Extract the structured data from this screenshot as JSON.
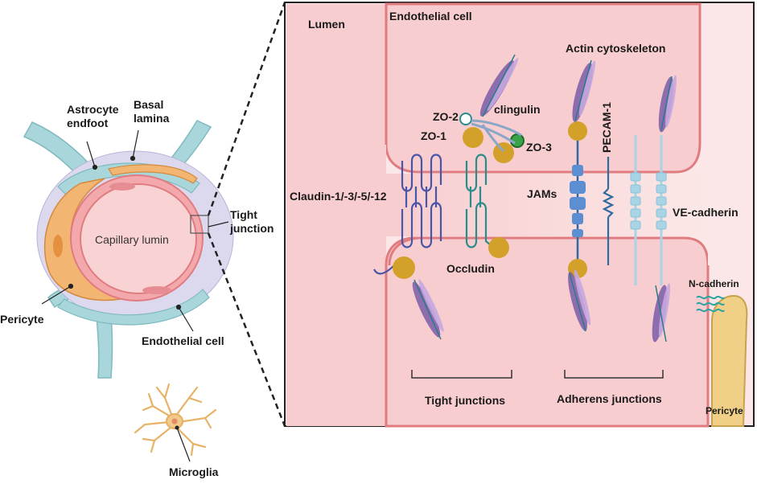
{
  "overview": {
    "astrocyte_line1": "Astrocyte",
    "astrocyte_line2": "endfoot",
    "basal_line1": "Basal",
    "basal_line2": "lamina",
    "capillary_lumen": "Capillary lumin",
    "tight_line1": "Tight",
    "tight_line2": "junction",
    "pericyte": "Pericyte",
    "endothelial_cell": "Endothelial cell",
    "microglia": "Microglia"
  },
  "detail": {
    "lumen": "Lumen",
    "endothelial_cell": "Endothelial cell",
    "actin_cytoskeleton": "Actin cytoskeleton",
    "zo2": "ZO-2",
    "clingulin": "clingulin",
    "zo1": "ZO-1",
    "zo3": "ZO-3",
    "claudin": "Claudin-1/-3/-5/-12",
    "jams": "JAMs",
    "pecam": "PECAM-1",
    "ve_cadherin": "VE-cadherin",
    "occludin": "Occludin",
    "n_cadherin": "N-cadherin",
    "tight_junctions": "Tight junctions",
    "adherens_junctions": "Adherens junctions",
    "pericyte": "Pericyte"
  },
  "colors": {
    "cell_fill": "#f7cdcf",
    "cell_border": "#e07c80",
    "astrocyte": "#a9d6da",
    "basal_lamina": "#dcd9ee",
    "pericyte": "#f3b572",
    "zo_gold": "#d3a02a",
    "claudin": "#4a55a8",
    "occludin": "#2a8c8c",
    "jam": "#5b8fd1",
    "pecam": "#2f6aa0",
    "ve_cadherin": "#a8d4e6",
    "actin": "#7b5ba8"
  }
}
